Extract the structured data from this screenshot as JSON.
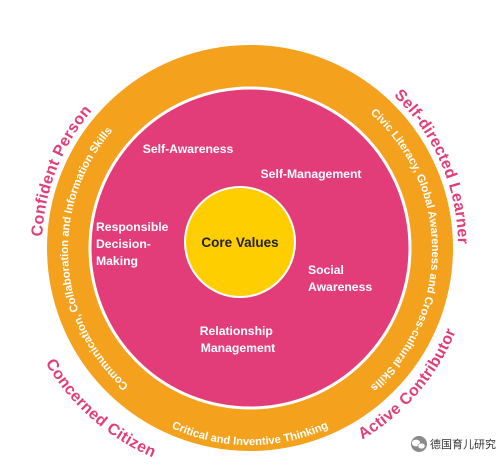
{
  "colors": {
    "outer_ring": "#F4A21E",
    "middle_circle": "#E33D79",
    "core": "#FFCE00",
    "outcome_text": "#E33D79",
    "outline": "#ffffff"
  },
  "outcomes": {
    "top_left": "Confident Person",
    "top_right": "Self-directed Learner",
    "bottom_left": "Concerned Citizen",
    "bottom_right": "Active Contributor"
  },
  "competencies": {
    "left": "Communication, Collaboration and Information Skills",
    "right": "Civic Literacy, Global Awareness and Cross-cultural Skills",
    "bottom": "Critical and Inventive Thinking"
  },
  "sel": {
    "self_awareness": "Self-Awareness",
    "self_management": "Self-Management",
    "social_awareness": [
      "Social",
      "Awareness"
    ],
    "relationship_management": [
      "Relationship",
      "Management"
    ],
    "responsible_decision_making": [
      "Responsible",
      "Decision-",
      "Making"
    ]
  },
  "core": {
    "label": "Core Values"
  },
  "watermark": {
    "icon": "wechat-icon",
    "text": "德国育儿研究"
  }
}
